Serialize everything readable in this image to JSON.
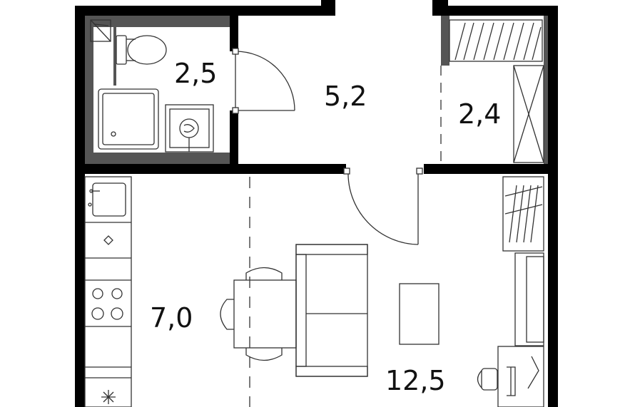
{
  "plan": {
    "rooms": [
      {
        "key": "bathroom",
        "area": "2,5"
      },
      {
        "key": "hallway",
        "area": "5,2"
      },
      {
        "key": "wardrobe",
        "area": "2,4"
      },
      {
        "key": "kitchen",
        "area": "7,0"
      },
      {
        "key": "living_room",
        "area": "12,5"
      }
    ]
  },
  "colors": {
    "wall": "#000000",
    "inner_wall": "#555555",
    "line": "#333333",
    "background": "#ffffff"
  }
}
